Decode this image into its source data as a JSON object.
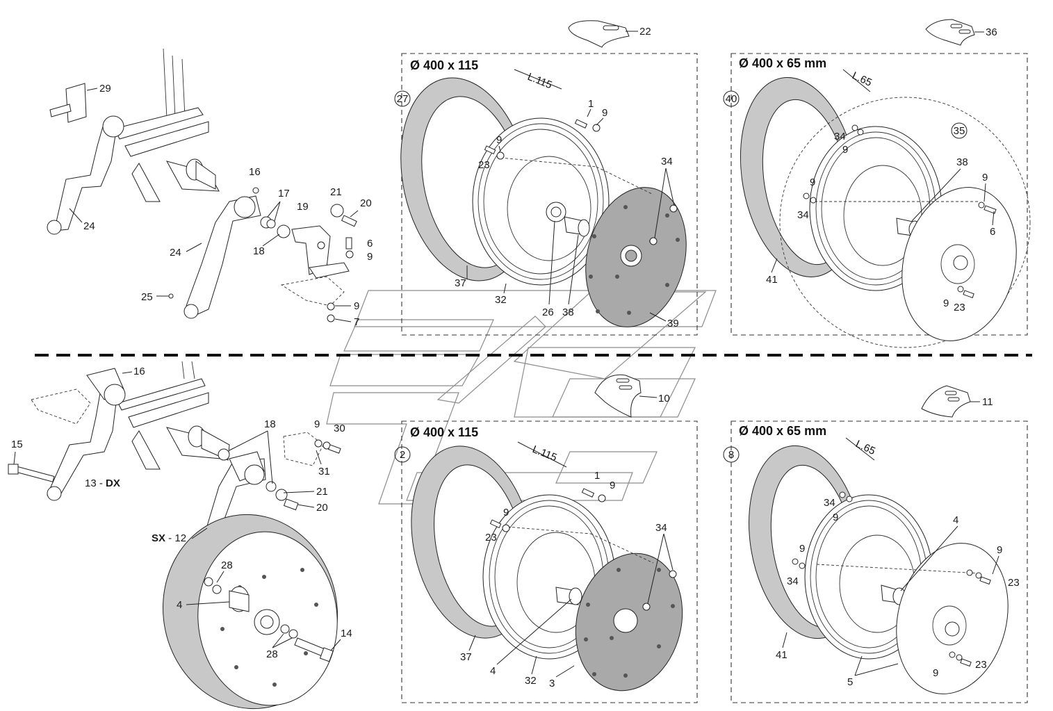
{
  "panels": {
    "top_left": {
      "title": "Ø 400 x 115",
      "ref": "27",
      "dim": "L.115"
    },
    "top_right": {
      "title": "Ø 400 x 65 mm",
      "ref": "40",
      "dim": "L.65"
    },
    "bot_left": {
      "title": "Ø 400 x 115",
      "ref": "2",
      "dim": "L.115"
    },
    "bot_right": {
      "title": "Ø 400 x 65 mm",
      "ref": "8",
      "dim": "L.65"
    }
  },
  "plates": {
    "p22": "22",
    "p36": "36",
    "p10": "10",
    "p11": "11"
  },
  "callout35": "35",
  "labels": {
    "tl": [
      "1",
      "9",
      "9",
      "23",
      "34",
      "37",
      "32",
      "26",
      "38",
      "39"
    ],
    "tr": [
      "34",
      "9",
      "38",
      "9",
      "34",
      "9",
      "6",
      "41",
      "9",
      "23"
    ],
    "bl": [
      "1",
      "9",
      "9",
      "23",
      "34",
      "37",
      "4",
      "32",
      "3"
    ],
    "br": [
      "34",
      "9",
      "4",
      "9",
      "34",
      "9",
      "23",
      "41",
      "9",
      "23",
      "5"
    ],
    "arm_top": [
      "29",
      "16",
      "17",
      "18",
      "19",
      "21",
      "20",
      "6",
      "9",
      "24",
      "24",
      "25",
      "9",
      "7"
    ],
    "arm_bot": [
      "16",
      "18",
      "9",
      "30",
      "31",
      "21",
      "20",
      "15",
      "28",
      "4",
      "28",
      "14"
    ]
  },
  "arm_bot_text": {
    "dx_num": "13 - ",
    "dx": "DX",
    "sx": "SX",
    "sx_num": " - 12"
  }
}
